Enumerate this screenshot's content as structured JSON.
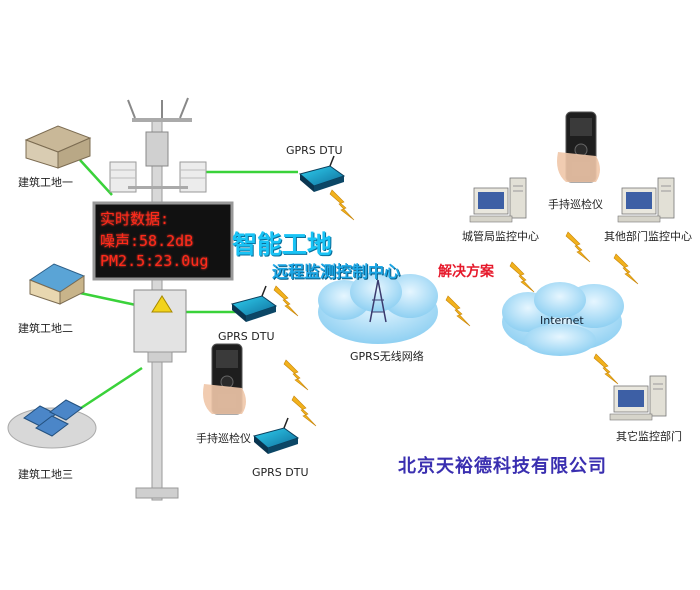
{
  "led_display": {
    "line1": "实时数据:",
    "line2": "噪声:58.2dB",
    "line3": "PM2.5:23.0ug"
  },
  "titles": {
    "main": "智能工地",
    "sub": "远程监测控制中心",
    "solution": "解决方案"
  },
  "sites": [
    {
      "label": "建筑工地一"
    },
    {
      "label": "建筑工地二"
    },
    {
      "label": "建筑工地三"
    }
  ],
  "dtu": [
    {
      "label": "GPRS DTU"
    },
    {
      "label": "GPRS DTU"
    },
    {
      "label": "GPRS DTU"
    }
  ],
  "handheld": [
    {
      "label": "手持巡检仪"
    },
    {
      "label": "手持巡检仪"
    }
  ],
  "network": {
    "gprs_label": "GPRS无线网络",
    "internet_label": "Internet"
  },
  "monitors": [
    {
      "label": "城管局监控中心"
    },
    {
      "label": "其他部门监控中心"
    },
    {
      "label": "其它监控部门"
    }
  ],
  "company": "北京天裕德科技有限公司",
  "colors": {
    "link_green": "#3ad23a",
    "bolt": "#f2b21d",
    "cloud": "#8fd0f2",
    "led_text": "#ff2a1a",
    "title_blue": "#19c3f5",
    "solution_red": "#e6192b",
    "company_blue": "#3a2fb0"
  }
}
